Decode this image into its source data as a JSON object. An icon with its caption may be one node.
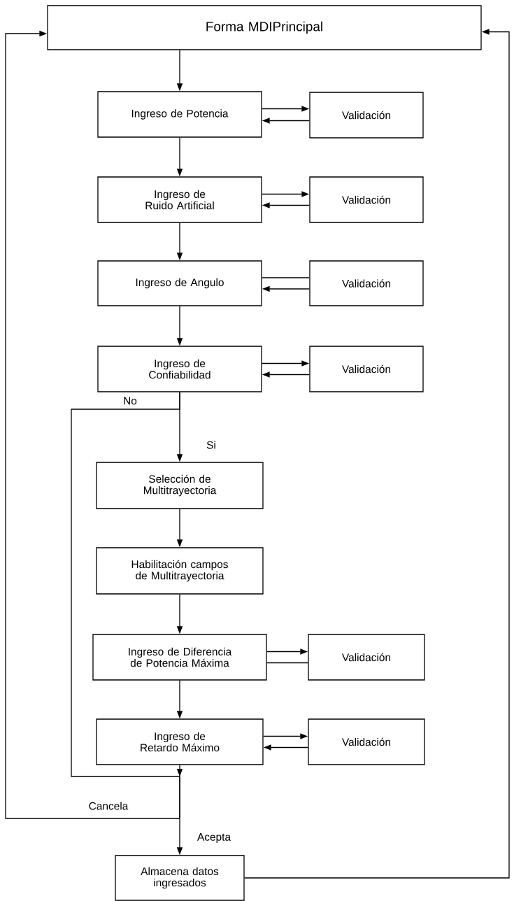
{
  "diagram": {
    "nodes": [
      {
        "text": [
          "Forma MDIPrincipal"
        ]
      },
      {
        "text": [
          "Ingreso de Potencia"
        ]
      },
      {
        "text": [
          "Validación"
        ]
      },
      {
        "text": [
          "Ingreso de Ruido Artificial"
        ]
      },
      {
        "text": [
          "Validación"
        ]
      },
      {
        "text": [
          "Ingreso de Angulo"
        ]
      },
      {
        "text": [
          "Validación"
        ]
      },
      {
        "text": [
          "Ingreso de Confiabilidad"
        ]
      },
      {
        "text": [
          "Validación"
        ]
      },
      {
        "text": [
          "Selección de Multitrayectoria"
        ]
      },
      {
        "text": [
          "Habilitación campos de Multitrayectoria"
        ]
      },
      {
        "text": [
          "Ingreso de Diferencia de Potencia Máxima"
        ]
      },
      {
        "text": [
          "Validación"
        ]
      },
      {
        "text": [
          "Ingreso de Retardo Máximo"
        ]
      },
      {
        "text": [
          "Validación"
        ]
      },
      {
        "text": [
          "Almacena datos ingresados"
        ]
      }
    ],
    "edges": [
      {
        "from": 0,
        "to": 1,
        "arrow": "to"
      },
      {
        "from": 1,
        "to": 2,
        "arrow": "to"
      },
      {
        "from": 2,
        "to": 1,
        "arrow": "to"
      },
      {
        "from": 1,
        "to": 3,
        "arrow": "to"
      },
      {
        "from": 3,
        "to": 4,
        "arrow": "to"
      },
      {
        "from": 4,
        "to": 3,
        "arrow": "to"
      },
      {
        "from": 3,
        "to": 5,
        "arrow": "to"
      },
      {
        "from": 5,
        "to": 6,
        "arrow": "none"
      },
      {
        "from": 6,
        "to": 5,
        "arrow": "to"
      },
      {
        "from": 5,
        "to": 7,
        "arrow": "to"
      },
      {
        "from": 7,
        "to": 8,
        "arrow": "to"
      },
      {
        "from": 8,
        "to": 7,
        "arrow": "to"
      },
      {
        "from": 7,
        "to": 9,
        "arrow": "to",
        "label": "Si"
      },
      {
        "from": 7,
        "to": 15,
        "arrow": "to",
        "label": "No"
      },
      {
        "from": 7,
        "to": 0,
        "arrow": "to"
      },
      {
        "from": 9,
        "to": 10,
        "arrow": "to"
      },
      {
        "from": 10,
        "to": 11,
        "arrow": "to"
      },
      {
        "from": 11,
        "to": 12,
        "arrow": "to"
      },
      {
        "from": 12,
        "to": 11,
        "arrow": "none"
      },
      {
        "from": 11,
        "to": 13,
        "arrow": "to"
      },
      {
        "from": 13,
        "to": 14,
        "arrow": "to"
      },
      {
        "from": 14,
        "to": 13,
        "arrow": "to"
      },
      {
        "from": 13,
        "to": 0,
        "arrow": "to",
        "label": "Cancela"
      },
      {
        "from": 13,
        "to": 15,
        "arrow": "to",
        "label": "Acepta"
      },
      {
        "from": 15,
        "to": 0,
        "arrow": "to"
      }
    ]
  }
}
